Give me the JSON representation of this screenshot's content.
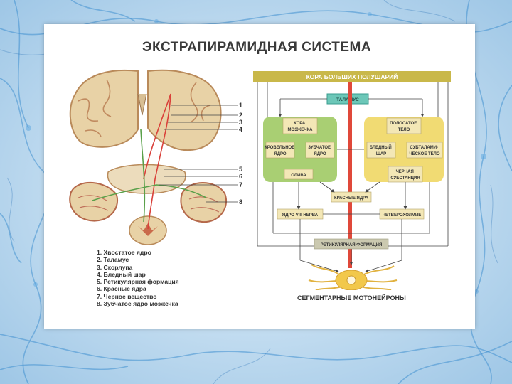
{
  "title": "ЭКСТРАПИРАМИДНАЯ СИСТЕМА",
  "brain_markers": [
    "1",
    "2",
    "3",
    "4",
    "5",
    "6",
    "7",
    "8"
  ],
  "legend": [
    "1. Хвостатое ядро",
    "2. Таламус",
    "3. Скорлупа",
    "4. Бледный шар",
    "5. Ретикулярная формация",
    "6. Красные ядра",
    "7. Черное вещество",
    "8. Зубчатое ядро мозжечка"
  ],
  "diagram": {
    "cortex": "КОРА БОЛЬШИХ ПОЛУШАРИЙ",
    "thalamus": "ТАЛАМУС",
    "cerebellum_cortex": [
      "КОРА",
      "МОЗЖЕЧКА"
    ],
    "roof_nucleus": [
      "КРОВЕЛЬНОЕ",
      "ЯДРО"
    ],
    "dentate_nucleus": [
      "ЗУБЧАТОЕ",
      "ЯДРО"
    ],
    "olive": "ОЛИВА",
    "striatum": [
      "ПОЛОСАТОЕ",
      "ТЕЛО"
    ],
    "pallidum": [
      "БЛЕДНЫЙ",
      "ШАР"
    ],
    "subthalamic": [
      "СУБТАЛАМИ-",
      "ЧЕСКОЕ ТЕЛО"
    ],
    "substantia_nigra": [
      "ЧЕРНАЯ",
      "СУБСТАНЦИЯ"
    ],
    "red_nuclei": "КРАСНЫЕ ЯДРА",
    "vestibular_nucleus": "ЯДРО VIII НЕРВА",
    "quadrigemina": "ЧЕТВЕРОХОЛМИЕ",
    "reticular_formation": "РЕТИКУЛЯРНАЯ ФОРМАЦИЯ",
    "motoneurons": "СЕГМЕНТАРНЫЕ МОТОНЕЙРОНЫ"
  },
  "colors": {
    "cortex_bar": "#c9b84a",
    "thalamus_box": "#6cc7b8",
    "cerebellum_block": "#a9cf73",
    "basal_ganglia_block": "#f1db73",
    "label_box": "#f3e7b6",
    "descending_tract": "#e0483a",
    "neuron": "#f2c84b"
  }
}
